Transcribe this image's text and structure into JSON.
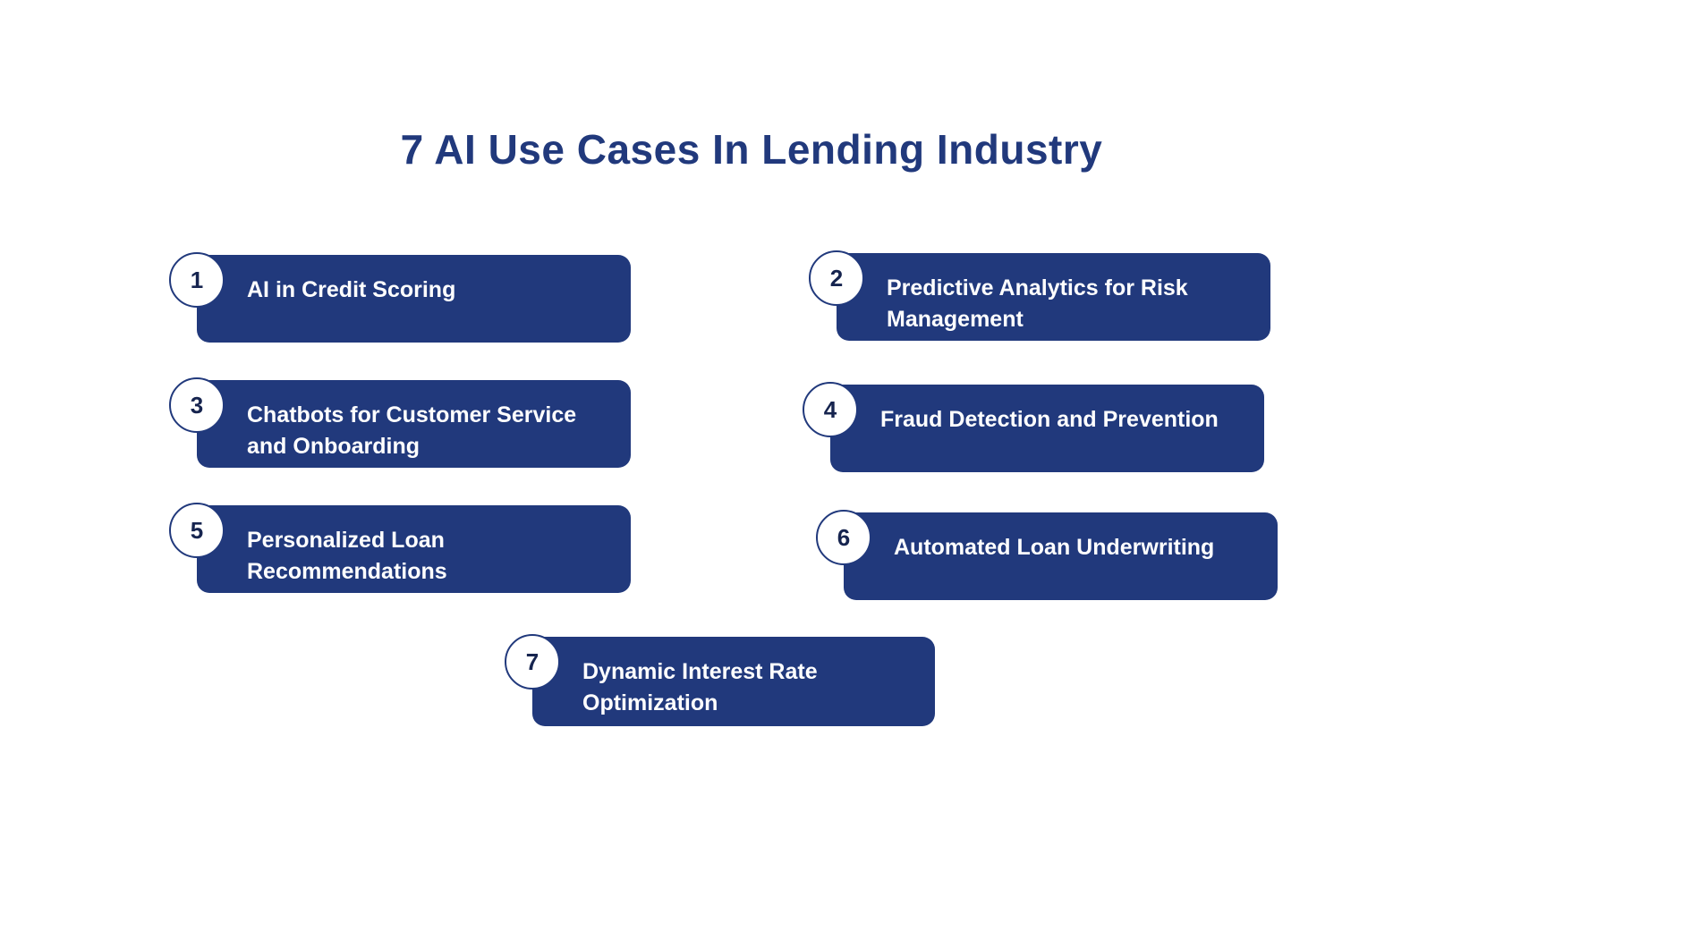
{
  "title": "7 AI Use Cases In Lending Industry",
  "colors": {
    "accent": "#21397C",
    "card_background": "#21397C",
    "card_text": "#FFFFFF",
    "badge_background": "#FFFFFF",
    "badge_text": "#16244F",
    "page_background": "#FFFFFF"
  },
  "items": [
    {
      "number": "1",
      "label": "AI in Credit Scoring"
    },
    {
      "number": "2",
      "label": "Predictive Analytics for Risk Management"
    },
    {
      "number": "3",
      "label": "Chatbots for Customer Service and Onboarding"
    },
    {
      "number": "4",
      "label": "Fraud Detection and Prevention"
    },
    {
      "number": "5",
      "label": "Personalized Loan Recommendations"
    },
    {
      "number": "6",
      "label": "Automated Loan Underwriting"
    },
    {
      "number": "7",
      "label": "Dynamic Interest Rate Optimization"
    }
  ]
}
